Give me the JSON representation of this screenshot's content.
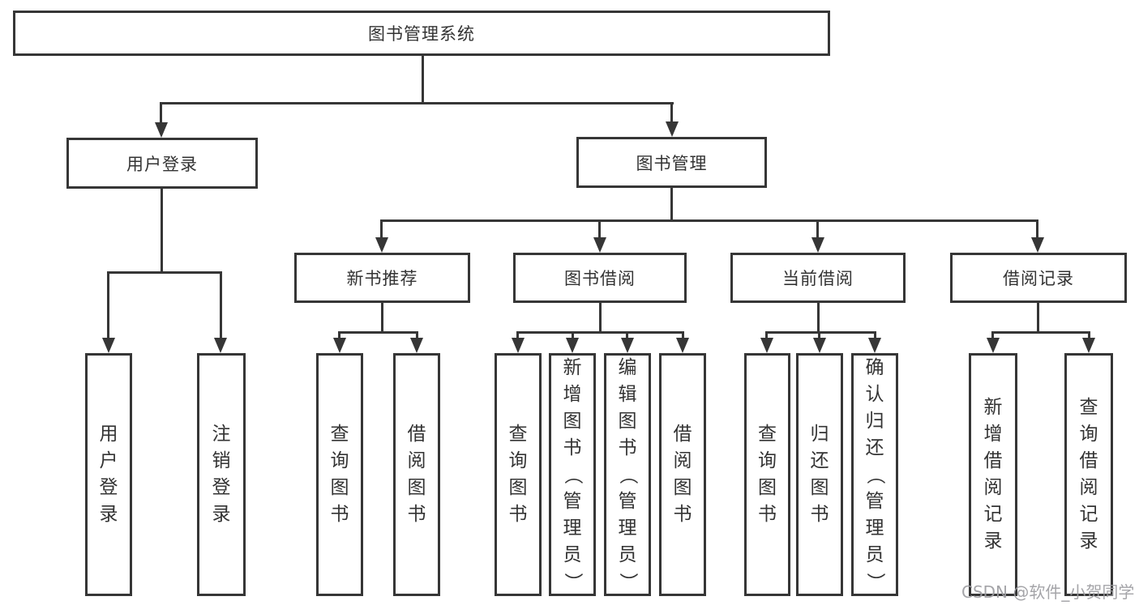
{
  "diagram": {
    "root": "图书管理系统",
    "level2": {
      "user_login": "用户登录",
      "book_management": "图书管理"
    },
    "level3": {
      "new_books": "新书推荐",
      "book_borrow": "图书借阅",
      "current_borrow": "当前借阅",
      "borrow_records": "借阅记录"
    },
    "leaves": {
      "user_login": "用户登录",
      "logout": "注销登录",
      "query_books_recommend": "查询图书",
      "borrow_books_recommend": "借阅图书",
      "query_books_borrow": "查询图书",
      "add_book_admin": "新增图书（管理员）",
      "edit_book_admin": "编辑图书（管理员）",
      "borrow_books_borrow": "借阅图书",
      "query_books_current": "查询图书",
      "return_book": "归还图书",
      "confirm_return_admin": "确认归还（管理员）",
      "add_borrow_record": "新增借阅记录",
      "query_borrow_record": "查询借阅记录"
    }
  },
  "watermark": "CSDN @软件_小贺同学",
  "colors": {
    "line": "#363636",
    "text": "#333333",
    "watermark": "#9d9da1",
    "background": "#ffffff"
  }
}
